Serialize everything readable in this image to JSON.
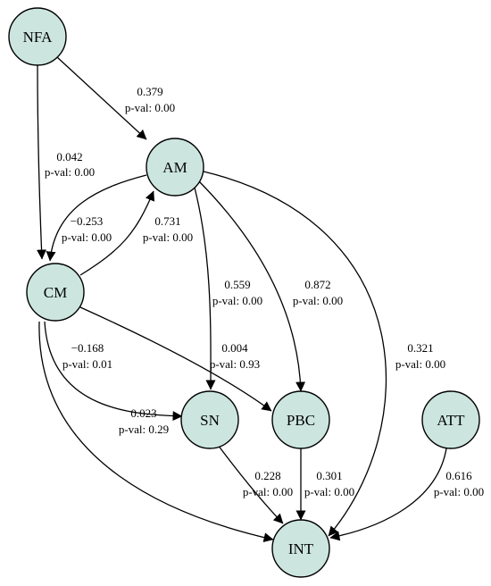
{
  "colors": {
    "node_fill": "#cce6df",
    "stroke": "#000000"
  },
  "nodes": {
    "nfa": "NFA",
    "am": "AM",
    "cm": "CM",
    "sn": "SN",
    "pbc": "PBC",
    "att": "ATT",
    "int": "INT"
  },
  "edges": [
    {
      "from": "NFA",
      "to": "AM",
      "coef": "0.379",
      "pval": "p-val: 0.00"
    },
    {
      "from": "NFA",
      "to": "CM",
      "coef": "0.042",
      "pval": "p-val: 0.00"
    },
    {
      "from": "AM",
      "to": "CM",
      "coef": "−0.253",
      "pval": "p-val: 0.00"
    },
    {
      "from": "CM",
      "to": "AM",
      "coef": "0.731",
      "pval": "p-val: 0.00"
    },
    {
      "from": "AM",
      "to": "SN",
      "coef": "0.559",
      "pval": "p-val: 0.00"
    },
    {
      "from": "AM",
      "to": "PBC",
      "coef": "0.872",
      "pval": "p-val: 0.00"
    },
    {
      "from": "AM",
      "to": "INT",
      "coef": "0.321",
      "pval": "p-val: 0.00"
    },
    {
      "from": "CM",
      "to": "SN",
      "coef": "−0.168",
      "pval": "p-val: 0.01"
    },
    {
      "from": "CM",
      "to": "PBC",
      "coef": "0.004",
      "pval": "p-val: 0.93"
    },
    {
      "from": "CM",
      "to": "INT",
      "coef": "0.023",
      "pval": "p-val: 0.29"
    },
    {
      "from": "SN",
      "to": "INT",
      "coef": "0.228",
      "pval": "p-val: 0.00"
    },
    {
      "from": "PBC",
      "to": "INT",
      "coef": "0.301",
      "pval": "p-val: 0.00"
    },
    {
      "from": "ATT",
      "to": "INT",
      "coef": "0.616",
      "pval": "p-val: 0.00"
    }
  ]
}
